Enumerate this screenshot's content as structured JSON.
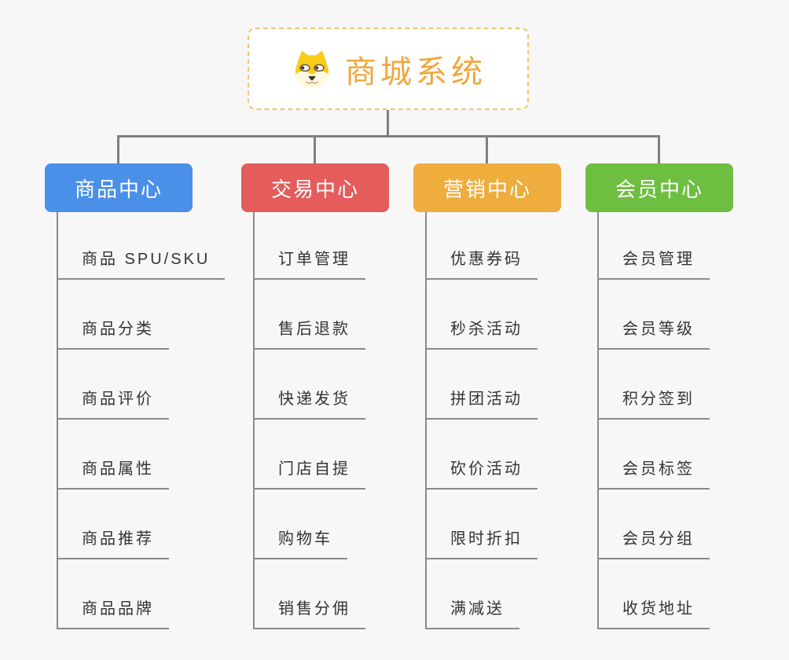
{
  "root": {
    "title": "商城系统",
    "icon": "dog-face-icon",
    "title_color": "#F1A73D",
    "border_color": "#F4C473"
  },
  "branches": [
    {
      "label": "商品中心",
      "color": "#4A90E8",
      "items": [
        "商品 SPU/SKU",
        "商品分类",
        "商品评价",
        "商品属性",
        "商品推荐",
        "商品品牌"
      ]
    },
    {
      "label": "交易中心",
      "color": "#E45C5C",
      "items": [
        "订单管理",
        "售后退款",
        "快递发货",
        "门店自提",
        "购物车",
        "销售分佣"
      ]
    },
    {
      "label": "营销中心",
      "color": "#EEAD3D",
      "items": [
        "优惠券码",
        "秒杀活动",
        "拼团活动",
        "砍价活动",
        "限时折扣",
        "满减送"
      ]
    },
    {
      "label": "会员中心",
      "color": "#6EBE41",
      "items": [
        "会员管理",
        "会员等级",
        "积分签到",
        "会员标签",
        "会员分组",
        "收货地址"
      ]
    }
  ],
  "connector_color": "#808080",
  "leaf_line_color": "#8a8a8a",
  "leaf_text_color": "#333333"
}
